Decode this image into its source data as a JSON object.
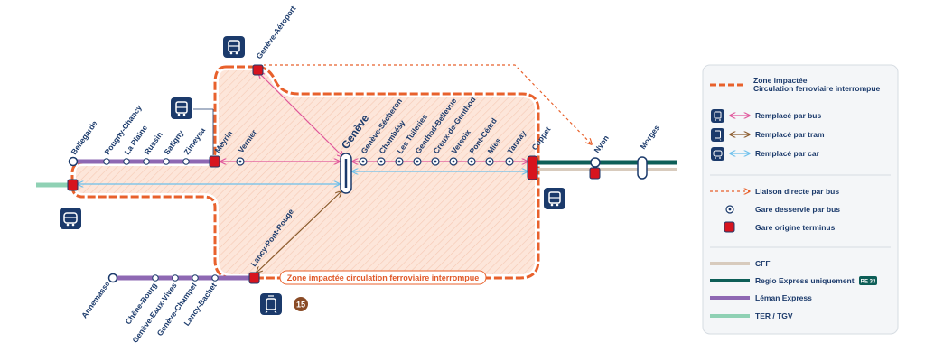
{
  "stations": {
    "geneve": "Genève",
    "geneve_aeroport": "Genève-Aéroport",
    "bellegarde": "Bellegarde",
    "pougny_chancy": "Pougny-Chancy",
    "la_plaine": "La Plaine",
    "russin": "Russin",
    "satigny": "Satigny",
    "zimeysa": "Zimeysa",
    "meyrin": "Meyrin",
    "vernier": "Vernier",
    "geneve_secheron": "Genève-Sécheron",
    "chambesy": "Chambésy",
    "les_tuileries": "Les Tuileries",
    "genthod_bellevue": "Genthod-Bellevue",
    "creux_de_genthod": "Creux-de-Genthod",
    "versoix": "Versoix",
    "pont_ceard": "Pont-Céard",
    "mies": "Mies",
    "tannay": "Tannay",
    "coppet": "Coppet",
    "nyon": "Nyon",
    "morges": "Morges",
    "lancy_pont_rouge": "Lancy-Pont-Rouge",
    "annemasse": "Annemasse",
    "chene_bourg": "Chêne-Bourg",
    "geneve_eaux_vives": "Genève-Eaux-Vives",
    "geneve_champel": "Genève-Champel",
    "lancy_bachet": "Lancy-Bachet"
  },
  "banner": "Zone impactée circulation ferroviaire interrompue",
  "tram_line_number": "15",
  "legend": {
    "zone_line1": "Zone impactée",
    "zone_line2": "Circulation ferroviaire interrompue",
    "replaced_bus": "Remplacé par bus",
    "replaced_tram": "Remplacé par tram",
    "replaced_car": "Remplacé par car",
    "direct_bus": "Liaison directe par bus",
    "served_by_bus": "Gare desservie par bus",
    "origin_terminus": "Gare origine terminus",
    "cff": "CFF",
    "regio_express": "Regio Express uniquement",
    "re_badge": "RE 33",
    "leman_express": "Léman Express",
    "ter_tgv": "TER / TGV"
  },
  "icons": {
    "bus": "bus-icon",
    "tram": "tram-icon",
    "car": "coach-icon"
  },
  "colors": {
    "zone_fill": "#fde7dc",
    "zone_border": "#e8612c",
    "navy": "#1b3a6b",
    "bus_pink": "#e0559a",
    "tram_brown": "#8a5a2b",
    "car_blue": "#6cc0ec",
    "terminus_red": "#d7141e",
    "cff": "#d8cbbd",
    "regio_express": "#0d5e57",
    "leman_express": "#8e68b3",
    "ter_tgv": "#8fd1b4",
    "tram_15": "#8a4b26"
  }
}
